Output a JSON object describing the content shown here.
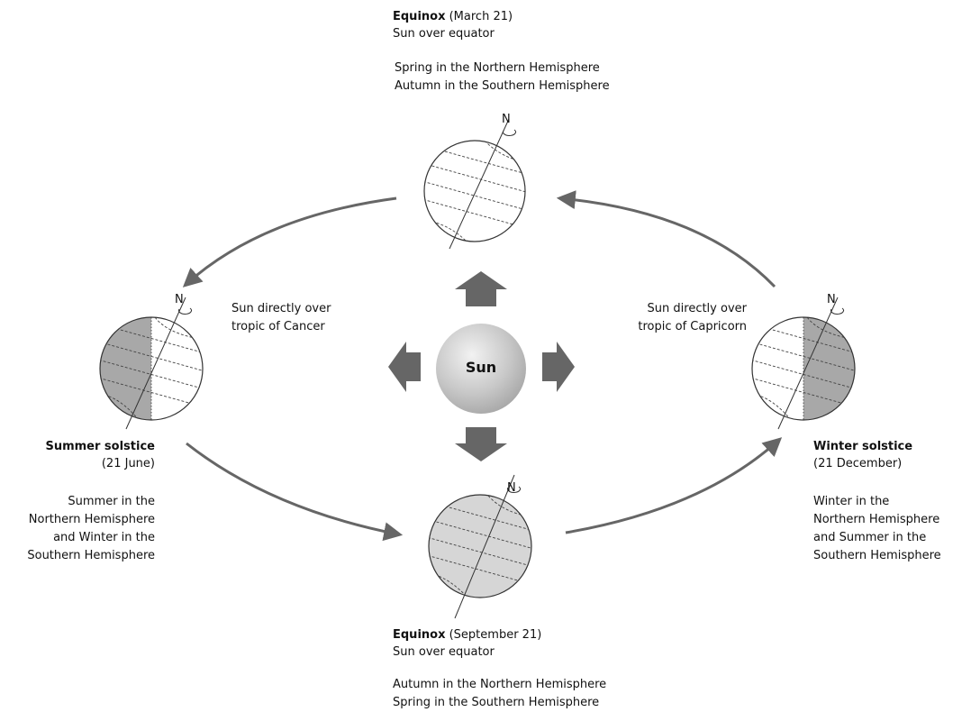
{
  "colors": {
    "arrow": "#666666",
    "dark_shade": "#a8a8a8",
    "light_shade": "#d6d6d6",
    "outline": "#333333"
  },
  "sun": {
    "label": "Sun"
  },
  "positions": {
    "top": {
      "title": "Equinox",
      "date": "(March 21)",
      "subtitle": "Sun over equator",
      "season_line1": "Spring in the Northern Hemisphere",
      "season_line2": "Autumn in the Southern Hemisphere",
      "north_label": "N"
    },
    "left": {
      "title": "Summer solstice",
      "date": "(21 June)",
      "note_line1": "Sun directly over",
      "note_line2": "tropic of Cancer",
      "season_line1": "Summer in the",
      "season_line2": "Northern Hemisphere",
      "season_line3": "and Winter in the",
      "season_line4": "Southern Hemisphere",
      "north_label": "N"
    },
    "right": {
      "title": "Winter solstice",
      "date": "(21 December)",
      "note_line1": "Sun directly over",
      "note_line2": "tropic of Capricorn",
      "season_line1": "Winter in the",
      "season_line2": "Northern Hemisphere",
      "season_line3": "and Summer in the",
      "season_line4": "Southern Hemisphere",
      "north_label": "N"
    },
    "bottom": {
      "title": "Equinox",
      "date": "(September 21)",
      "subtitle": "Sun over equator",
      "season_line1": "Autumn in the Northern Hemisphere",
      "season_line2": "Spring in the Southern Hemisphere",
      "north_label": "N"
    }
  }
}
